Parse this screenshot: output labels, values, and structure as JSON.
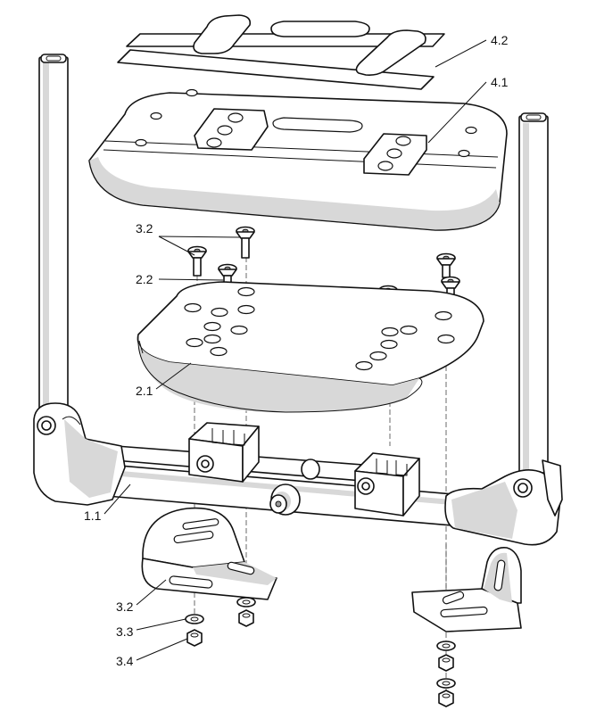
{
  "callouts": {
    "label_4_2": "4.2",
    "label_4_1": "4.1",
    "label_3_2_top": "3.2",
    "label_2_2": "2.2",
    "label_2_1": "2.1",
    "label_1_1": "1.1",
    "label_3_2_bottom": "3.2",
    "label_3_3": "3.3",
    "label_3_4": "3.4"
  }
}
